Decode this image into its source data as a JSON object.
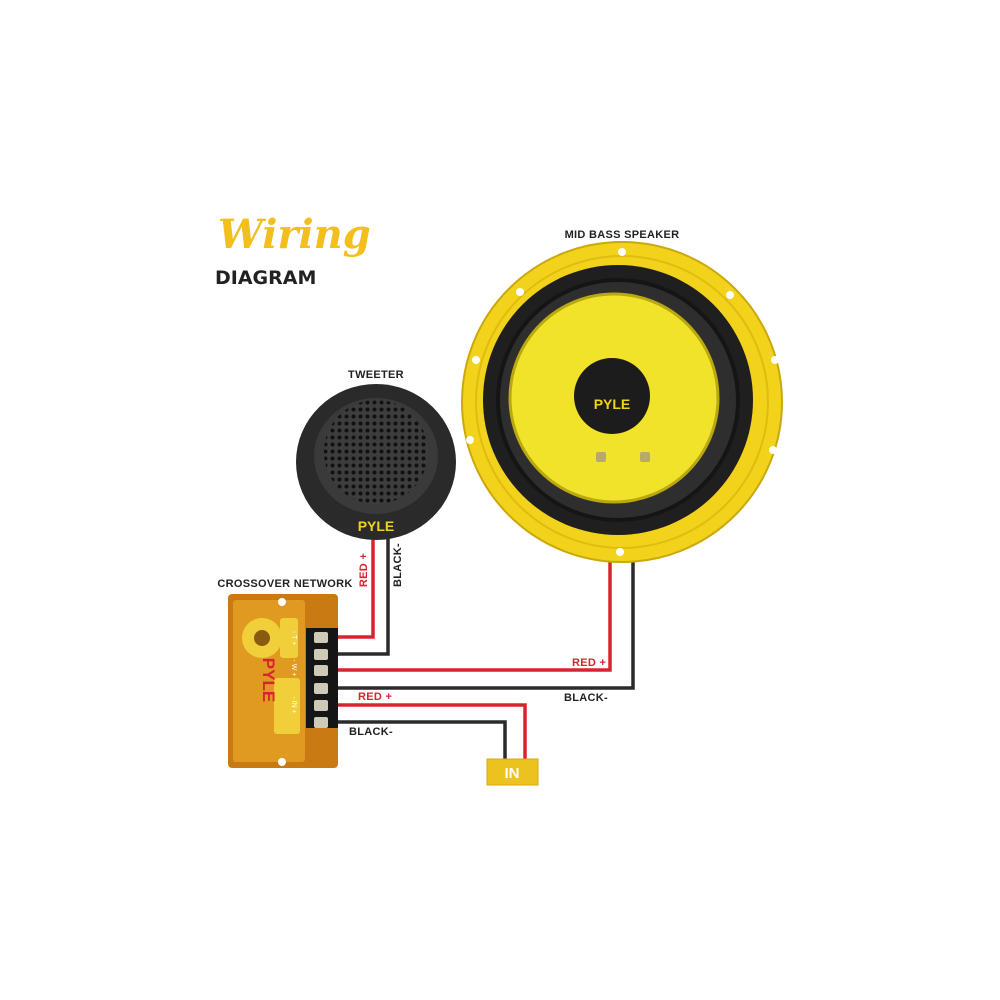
{
  "title": {
    "script": "Wiring",
    "main": "DIAGRAM"
  },
  "components": {
    "mid_bass": "MID BASS SPEAKER",
    "tweeter": "TWEETER",
    "crossover": "CROSSOVER NETWORK",
    "input": "IN"
  },
  "brand": "PYLE",
  "crossover_terminals": {
    "tweeter": "- T +",
    "woofer": "- W +",
    "input": "- IN +"
  },
  "wires": {
    "tweeter_red": "RED +",
    "tweeter_black": "BLACK-",
    "woofer_red": "RED +",
    "woofer_black": "BLACK-",
    "input_red": "RED +",
    "input_black": "BLACK-"
  },
  "colors": {
    "red_wire": "#d8242e",
    "black_wire": "#2b2b2b",
    "brand_yellow": "#f2d21a",
    "title_yellow": "#f3bf1c",
    "crossover_amber": "#d9881a"
  }
}
